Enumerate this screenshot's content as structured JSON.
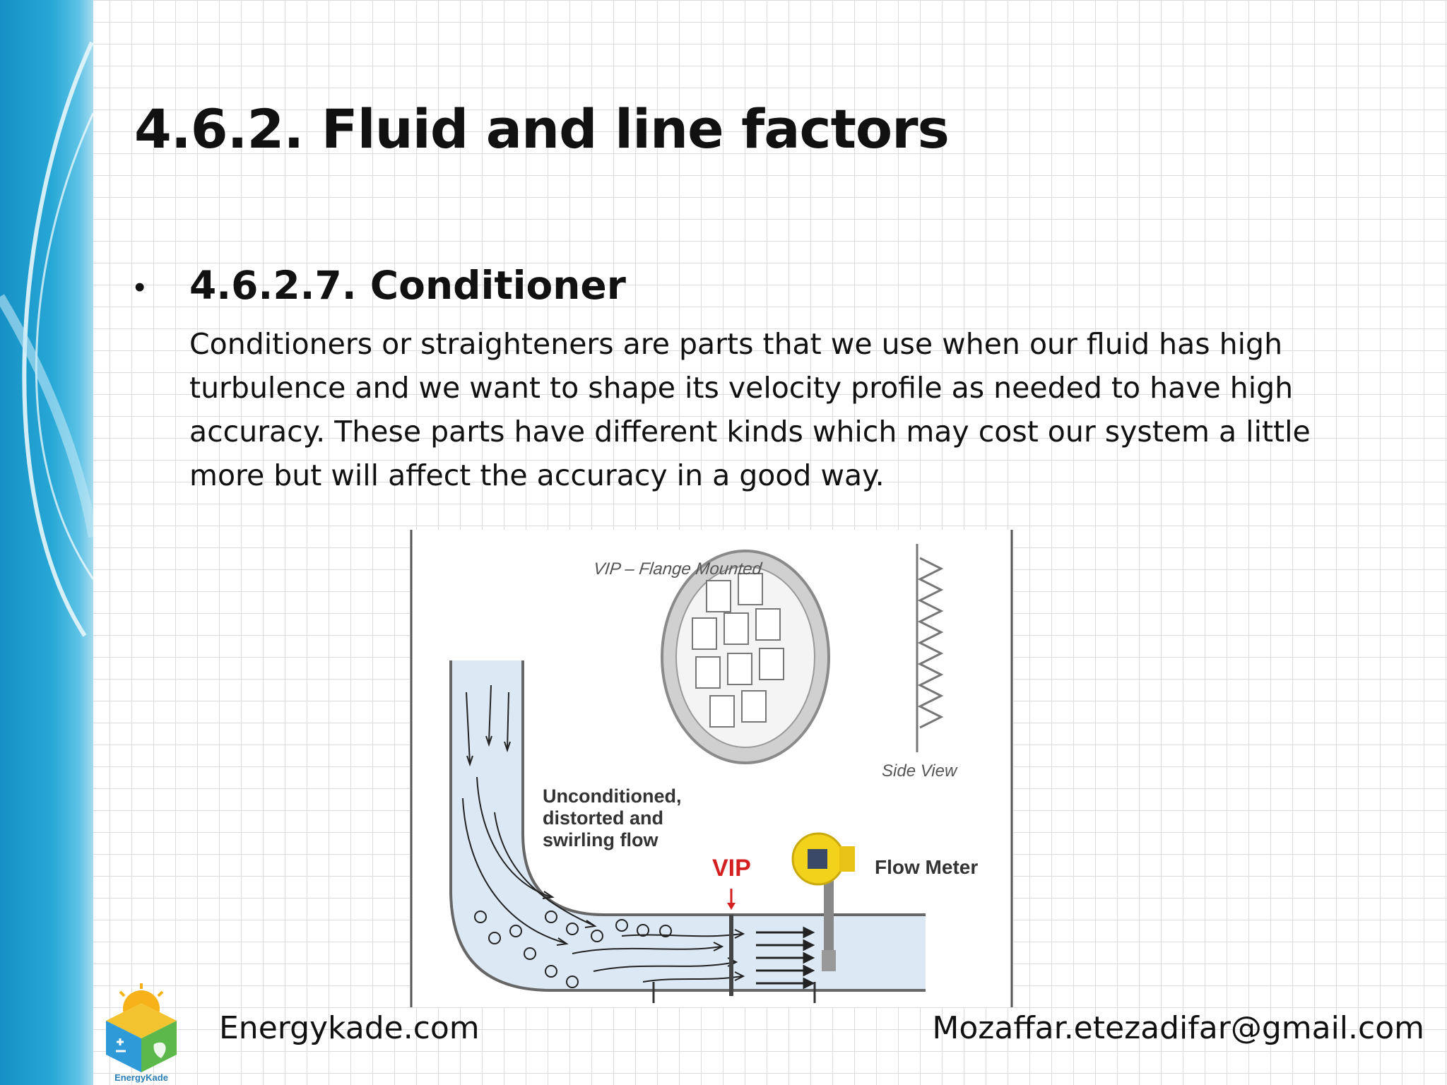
{
  "slide": {
    "title": "4.6.2. Fluid and line factors",
    "bullet": {
      "heading": "4.6.2.7. Conditioner",
      "body": "Conditioners or straighteners are parts that we use when our fluid has high turbulence and we want to shape its velocity profile as needed to have high accuracy. These parts have different kinds which may cost our system  a little more but will affect the accuracy in a good way."
    }
  },
  "figure": {
    "labels": {
      "flange": "VIP – Flange Mounted",
      "side_view": "Side View",
      "unconditioned": "Unconditioned, distorted and swirling flow",
      "vip": "VIP",
      "flow_meter": "Flow Meter"
    }
  },
  "footer": {
    "website": "Energykade.com",
    "email": "Mozaffar.etezadifar@gmail.com",
    "logo_text": "EnergyKade"
  },
  "colors": {
    "side_band": "#26a7d6",
    "vip_red": "#d42020",
    "meter_yellow": "#f2d21a",
    "pipe_fluid": "#dce9f5"
  }
}
